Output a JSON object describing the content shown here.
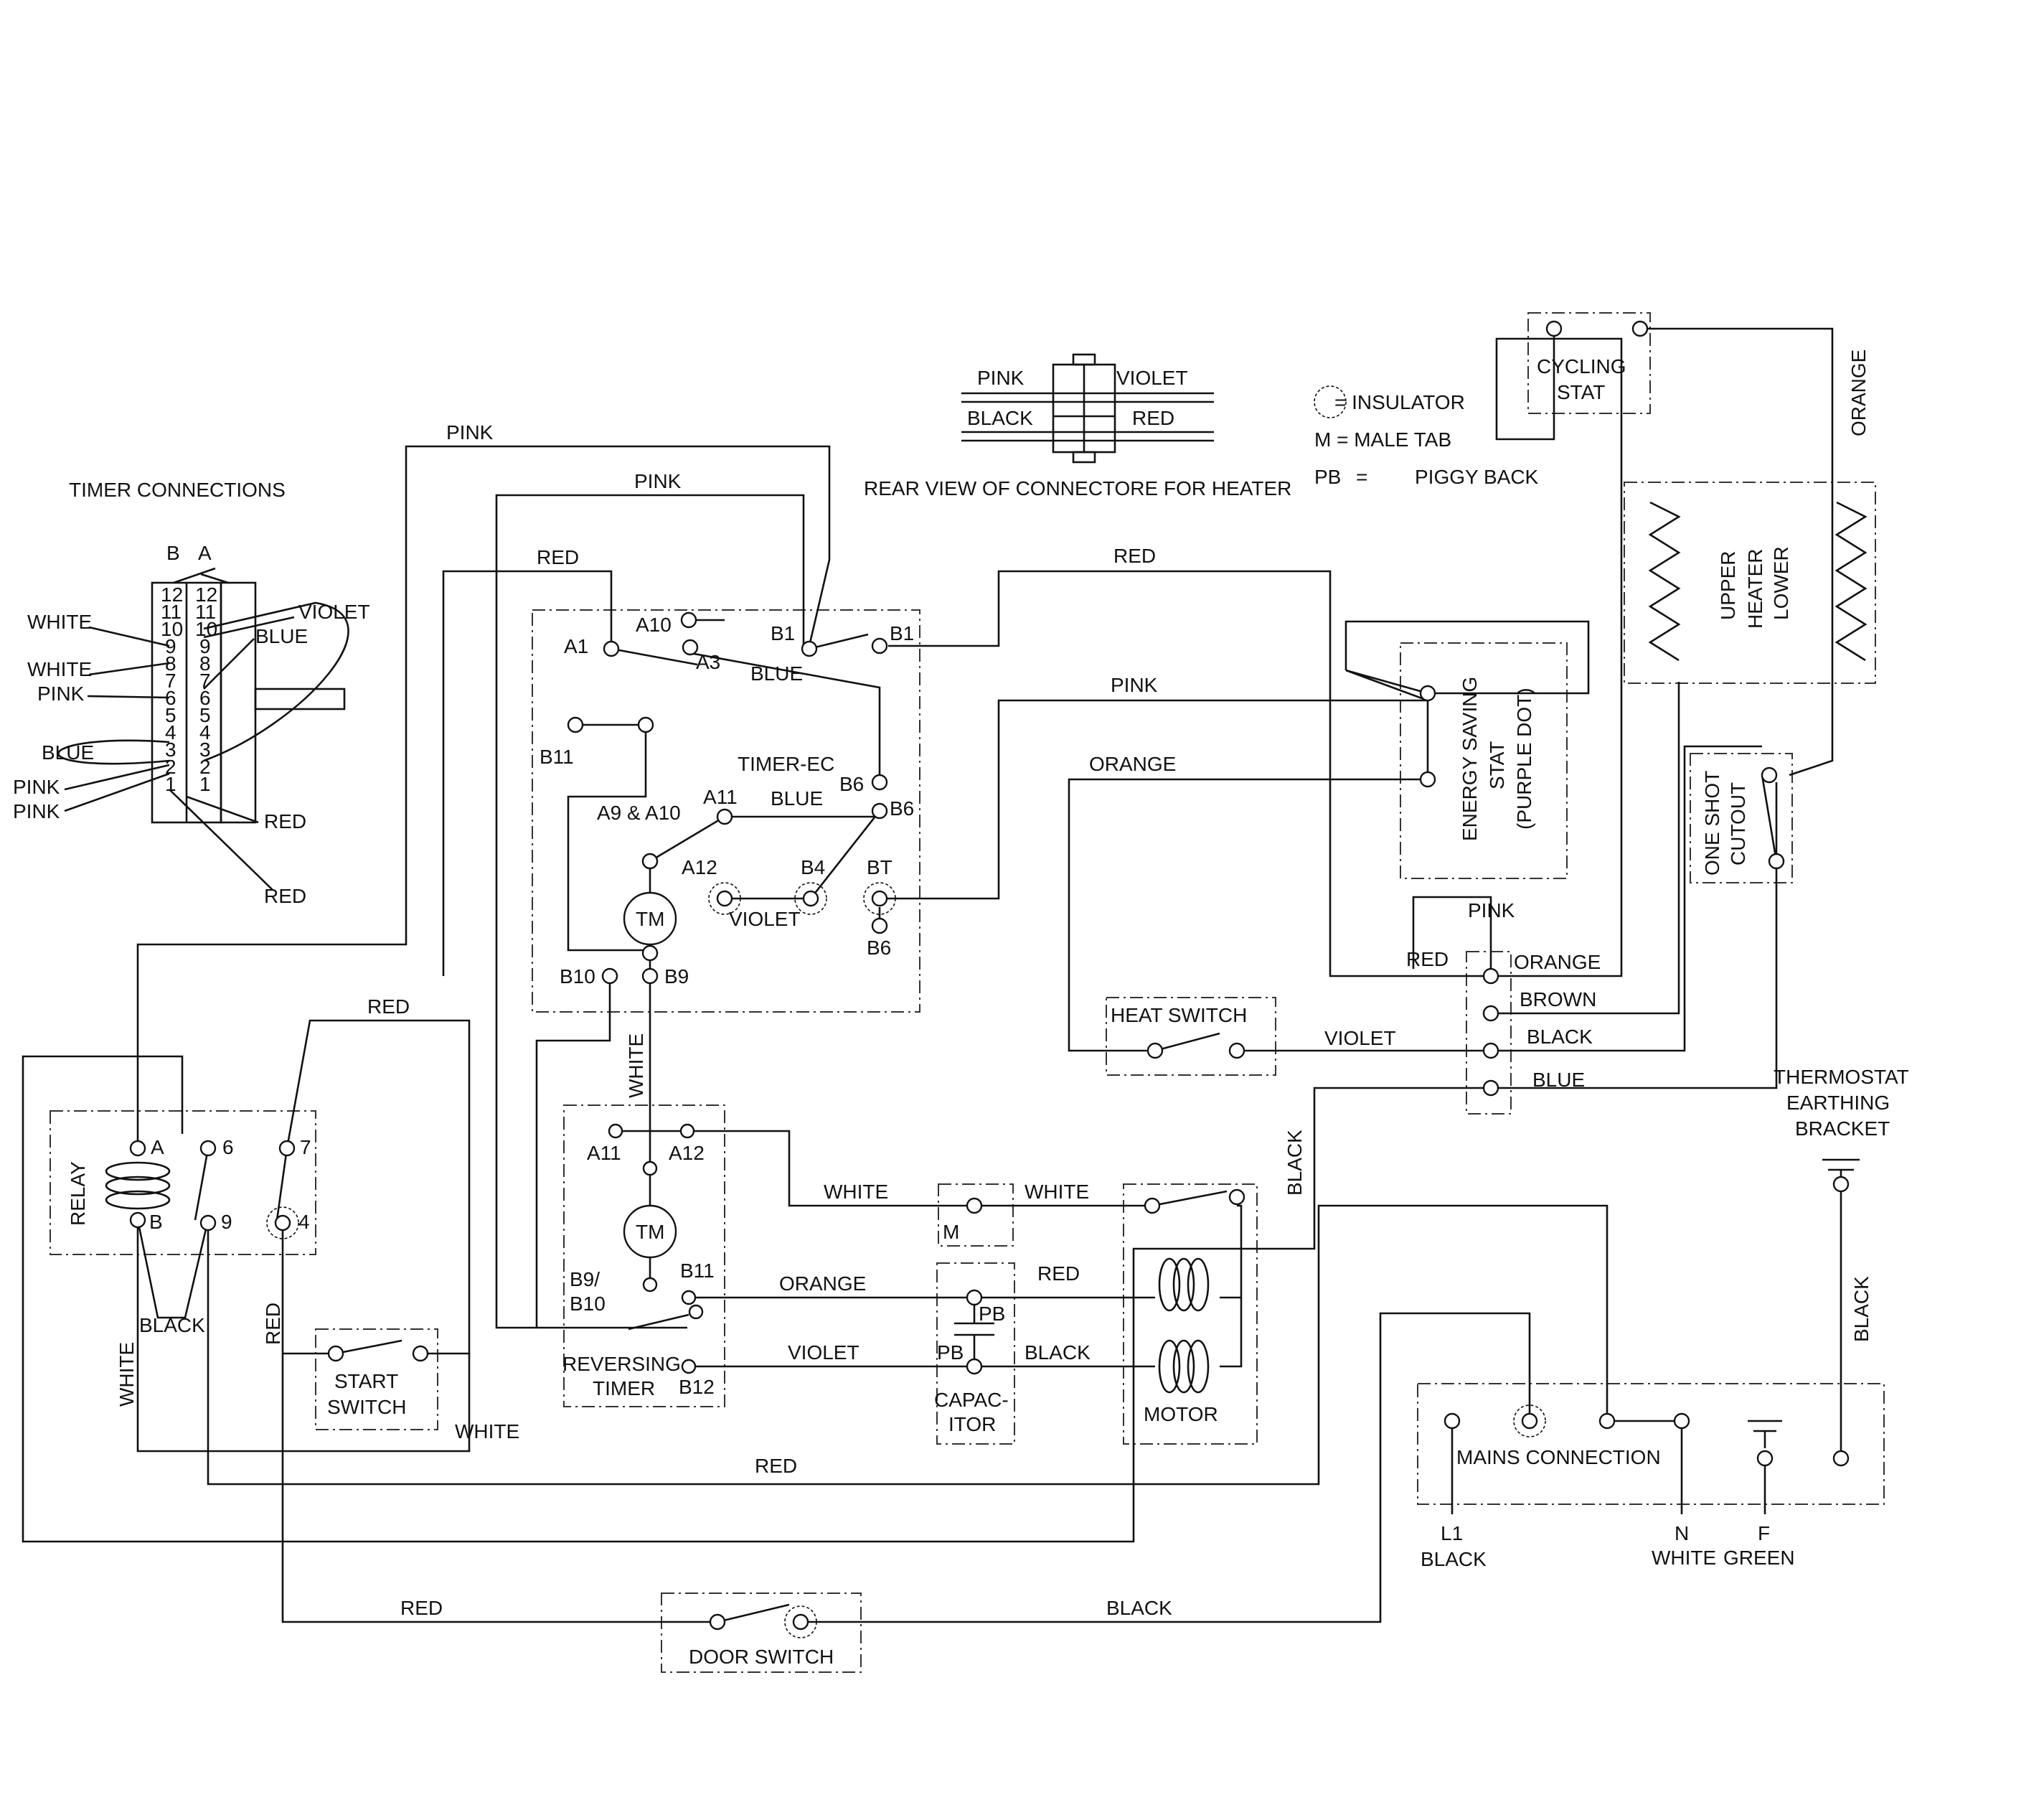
{
  "legend": {
    "connector_left_top": "PINK",
    "connector_right_top": "VIOLET",
    "connector_left_bottom": "BLACK",
    "connector_right_bottom": "RED",
    "connector_caption": "REAR VIEW OF CONNECTORE FOR HEATER",
    "insulator": "= INSULATOR",
    "male_tab": "M = MALE TAB",
    "pb_abbrev": "PB",
    "pb_eq": "=",
    "piggy_back": "PIGGY BACK"
  },
  "timer_connections": {
    "title": "TIMER CONNECTIONS",
    "col_b": "B",
    "col_a": "A",
    "b_numbers": [
      "12",
      "11",
      "10",
      "9",
      "8",
      "7",
      "6",
      "5",
      "4",
      "3",
      "2",
      "1"
    ],
    "a_numbers": [
      "12",
      "11",
      "10",
      "9",
      "8",
      "7",
      "6",
      "5",
      "4",
      "3",
      "2",
      "1"
    ],
    "wires": {
      "white1": "WHITE",
      "white2": "WHITE",
      "pink": "PINK",
      "blue_left": "BLUE",
      "pink2": "PINK",
      "pink3": "PINK",
      "violet": "VIOLET",
      "blue_right": "BLUE",
      "red1": "RED",
      "red2": "RED"
    }
  },
  "timer_ec": {
    "label": "TIMER-EC",
    "terminals": {
      "a1": "A1",
      "a10": "A10",
      "a3": "A3",
      "b1": "B1",
      "b1r": "B1",
      "b11": "B11",
      "b6": "B6",
      "b6r": "B6",
      "a11": "A11",
      "a9a10": "A9 & A10",
      "a12": "A12",
      "b4": "B4",
      "bt": "BT",
      "b6b": "B6",
      "b10": "B10",
      "b9": "B9",
      "tm": "TM"
    }
  },
  "reversing_timer": {
    "label1": "REVERSING",
    "label2": "TIMER",
    "terminals": {
      "a11": "A11",
      "a12": "A12",
      "tm": "TM",
      "b9": "B9/",
      "b10": "B10",
      "b11": "B11",
      "b12": "B12"
    }
  },
  "components": {
    "relay": "RELAY",
    "relay_a": "A",
    "relay_b": "B",
    "relay_6": "6",
    "relay_7": "7",
    "relay_9": "9",
    "relay_4": "4",
    "start_switch1": "START",
    "start_switch2": "SWITCH",
    "door_switch": "DOOR SWITCH",
    "heat_switch": "HEAT SWITCH",
    "cycling_stat1": "CYCLING",
    "cycling_stat2": "STAT",
    "energy1": "ENERGY SAVING",
    "energy2": "STAT",
    "energy3": "(PURPLE DOT)",
    "one_shot1": "ONE SHOT",
    "one_shot2": "CUTOUT",
    "heater_upper": "UPPER",
    "heater_mid": "HEATER",
    "heater_lower": "LOWER",
    "motor": "MOTOR",
    "capacitor1": "CAPAC-",
    "capacitor2": "ITOR",
    "pb_top": "PB",
    "pb_bottom": "PB",
    "male_m": "M",
    "mains": "MAINS CONNECTION",
    "l1": "L1",
    "l1_black": "BLACK",
    "n": "N",
    "n_white": "WHITE",
    "f": "F",
    "f_green": "GREEN",
    "thermo1": "THERMOSTAT",
    "thermo2": "EARTHING",
    "thermo3": "BRACKET"
  },
  "wire_labels": {
    "pink_top": "PINK",
    "pink_2": "PINK",
    "red_top": "RED",
    "blue_a3": "BLUE",
    "red_b1": "RED",
    "pink_mid": "PINK",
    "orange_mid": "ORANGE",
    "blue_b6": "BLUE",
    "violet_b4": "VIOLET",
    "pink_block": "PINK",
    "red_block": "RED",
    "orange_block": "ORANGE",
    "brown_block": "BROWN",
    "black_block": "BLACK",
    "blue_block": "BLUE",
    "violet_heat": "VIOLET",
    "orange_vert": "ORANGE",
    "black_vert": "BLACK",
    "black_thermo": "BLACK",
    "red_relay": "RED",
    "white_vert": "WHITE",
    "red_vert": "RED",
    "white_left": "WHITE",
    "black_relay": "BLACK",
    "white_start": "WHITE",
    "red_bottom": "RED",
    "white_m": "WHITE",
    "white_motor": "WHITE",
    "orange_cap": "ORANGE",
    "red_cap": "RED",
    "violet_cap": "VIOLET",
    "black_cap": "BLACK",
    "red_door": "RED",
    "black_door": "BLACK"
  }
}
